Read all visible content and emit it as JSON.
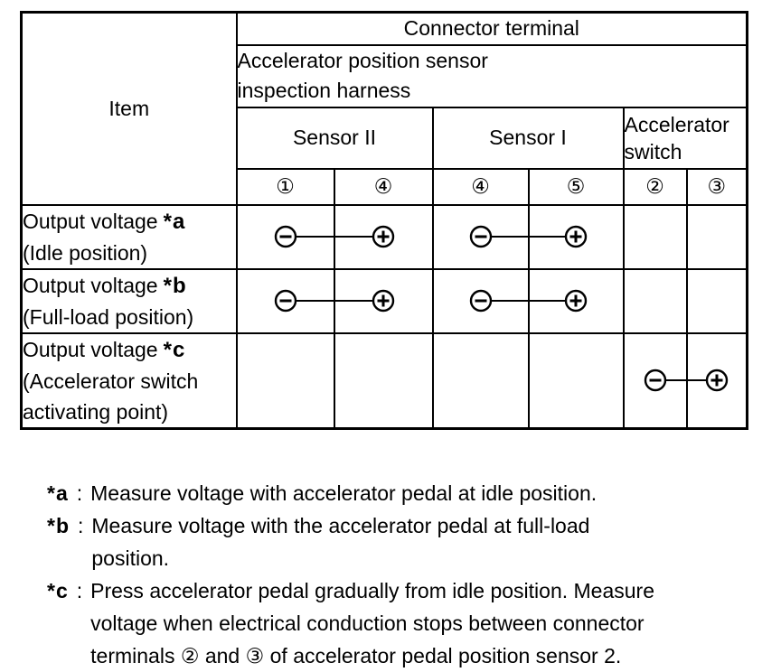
{
  "table": {
    "item_header": "Item",
    "connector_terminal_header": "Connector terminal",
    "harness_header": "Accelerator position sensor\ninspection harness",
    "sensor_groups": [
      {
        "label": "Sensor II"
      },
      {
        "label": "Sensor I"
      },
      {
        "label": "Accelerator switch"
      }
    ],
    "terminals": [
      "①",
      "④",
      "④",
      "⑤",
      "②",
      "③"
    ],
    "rows": [
      {
        "label": "Output voltage",
        "marker": "*a",
        "sublabel": "(Idle position)"
      },
      {
        "label": "Output voltage",
        "marker": "*b",
        "sublabel": "(Full-load position)"
      },
      {
        "label": "Output voltage",
        "marker": "*c",
        "sublabel": "(Accelerator switch\nactivating point)"
      }
    ],
    "probe_meaning": {
      "minus": "negative tester probe",
      "plus": "positive tester probe"
    }
  },
  "footnotes": [
    {
      "marker": "*a",
      "colon": ":",
      "text": "Measure voltage with accelerator pedal at idle position."
    },
    {
      "marker": "*b",
      "colon": ":",
      "text": "Measure voltage with the accelerator pedal at full-load\nposition."
    },
    {
      "marker": "*c",
      "colon": ":",
      "text": "Press accelerator pedal gradually from idle position. Measure\nvoltage when electrical conduction stops between connector\nterminals ② and ③ of accelerator pedal position sensor 2."
    }
  ],
  "colors": {
    "foreground": "#000000",
    "background": "#ffffff"
  }
}
